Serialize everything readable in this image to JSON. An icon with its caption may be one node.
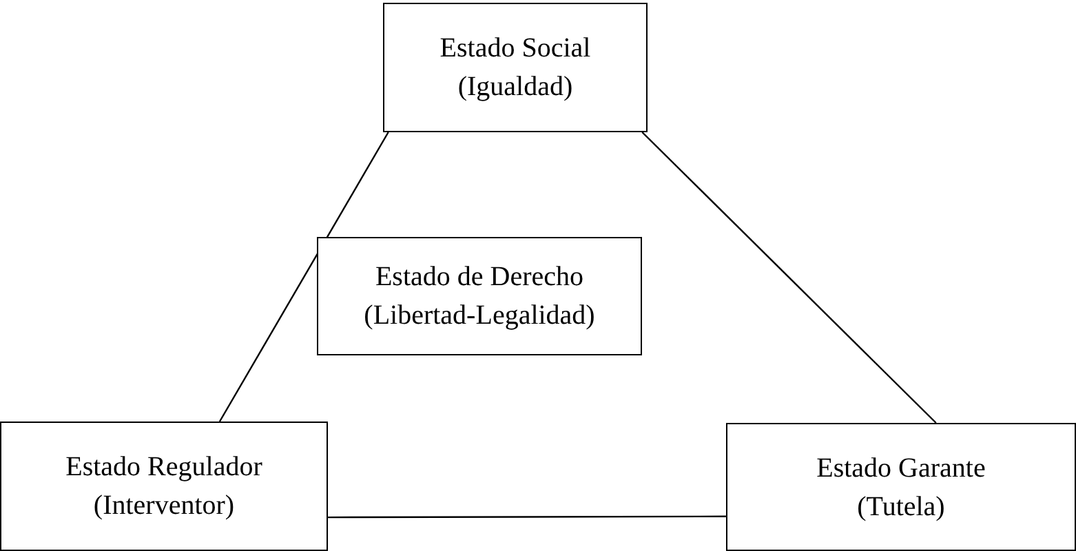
{
  "diagram": {
    "nodes": [
      {
        "text": [
          "Estado Social",
          "(Igualdad)"
        ]
      },
      {
        "text": [
          "Estado de Derecho",
          "(Libertad-Legalidad)"
        ]
      },
      {
        "text": [
          "Estado Regulador",
          "(Interventor)"
        ]
      },
      {
        "text": [
          "Estado Garante",
          "(Tutela)"
        ]
      }
    ],
    "edges": [
      {
        "from": 0,
        "to": 2,
        "arrow": "none"
      },
      {
        "from": 0,
        "to": 3,
        "arrow": "none"
      },
      {
        "from": 2,
        "to": 3,
        "arrow": "none"
      }
    ]
  }
}
